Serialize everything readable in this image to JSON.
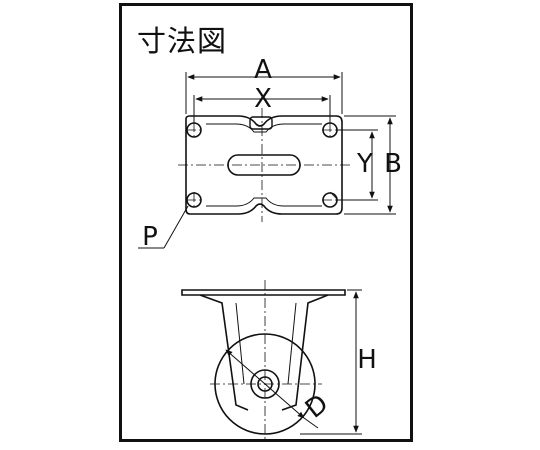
{
  "title": "寸法図",
  "labels": {
    "A": "A",
    "X": "X",
    "Y": "Y",
    "B": "B",
    "P": "P",
    "H": "H",
    "D": "D"
  }
}
